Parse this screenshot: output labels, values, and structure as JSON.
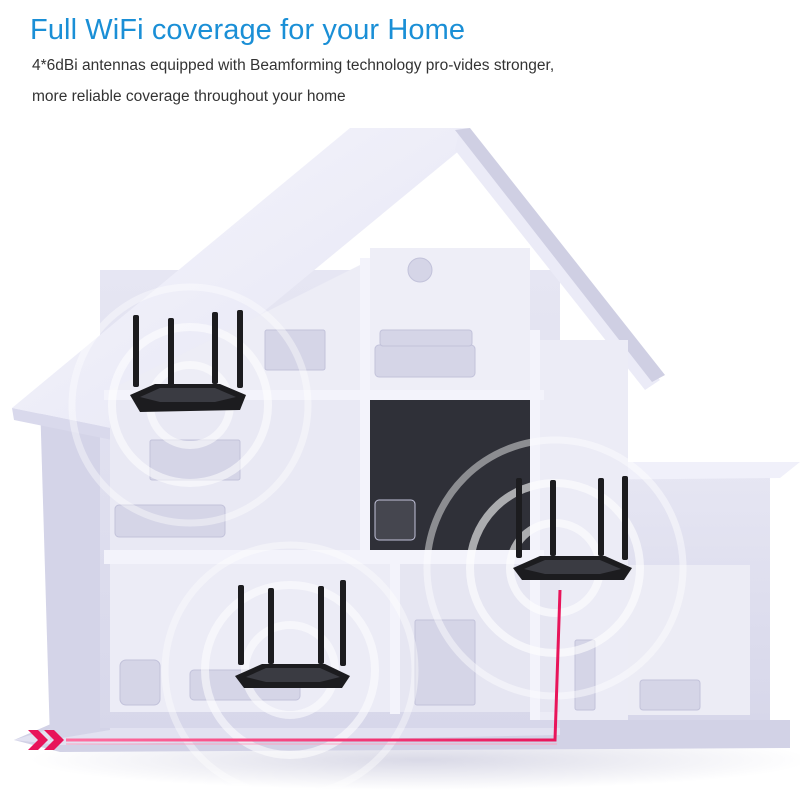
{
  "headline": "Full WiFi coverage for your Home",
  "description": {
    "line1": "4*6dBi antennas equipped with Beamforming technology pro-vides stronger,",
    "line2": "more reliable coverage throughout your home"
  },
  "colors": {
    "headline": "#1a8fd6",
    "text": "#333333",
    "house_wall": "#dcdcee",
    "house_roof": "#f2f2fb",
    "room": "#eaeaf4",
    "router": "#1c1c1f",
    "signal": "#ffffff",
    "accent": "#e8145a"
  },
  "icons": {
    "arrow": "double-chevron-right-icon",
    "router": "wifi-router-icon"
  }
}
